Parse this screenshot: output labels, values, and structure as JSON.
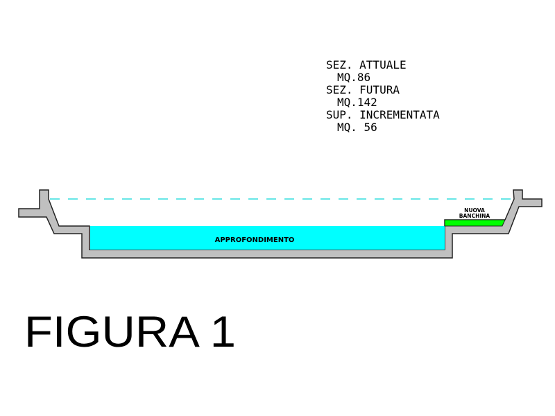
{
  "info": {
    "lines": [
      {
        "label": "SEZ. ATTUALE",
        "value": "MQ.86"
      },
      {
        "label": "SEZ. FUTURA",
        "value": "MQ.142"
      },
      {
        "label": "SUP. INCREMENTATA",
        "value": "MQ. 56"
      }
    ]
  },
  "section": {
    "deepening_label": "APPROFONDIMENTO",
    "new_quay_label_1": "NUOVA",
    "new_quay_label_2": "BANCHINA"
  },
  "figure_title": "FIGURA 1",
  "colors": {
    "wall": "#c0c0c0",
    "water": "#00ffff",
    "quay": "#00ff00",
    "water_line": "#33dddd"
  }
}
